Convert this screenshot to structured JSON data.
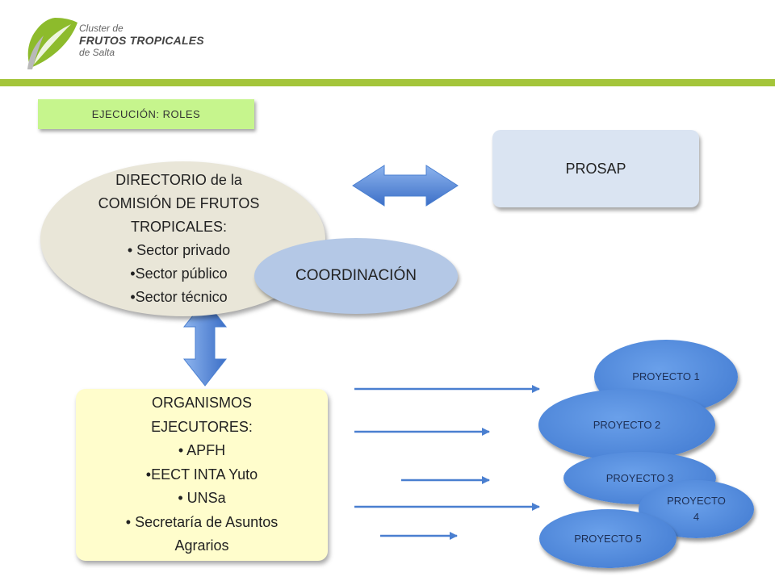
{
  "logo": {
    "line1": "Cluster de",
    "line2": "FRUTOS TROPICALES",
    "line3": "de Salta"
  },
  "tag": "EJECUCIÓN: ROLES",
  "prosap": "PROSAP",
  "directorio": {
    "title_lines": [
      "DIRECTORIO de la",
      "COMISIÓN DE FRUTOS",
      "TROPICALES:"
    ],
    "bullets": [
      "Sector privado",
      "Sector público",
      "Sector técnico"
    ]
  },
  "coordinacion": "COORDINACIÓN",
  "organismos": {
    "title_lines": [
      "ORGANISMOS",
      "EJECUTORES:"
    ],
    "bullets": [
      "APFH",
      "EECT INTA Yuto",
      "UNSa",
      "Secretaría de Asuntos"
    ],
    "continuation": "Agrarios"
  },
  "proyectos": [
    "PROYECTO 1",
    "PROYECTO 2",
    "PROYECTO 3",
    "PROYECTO",
    "4",
    "PROYECTO 5"
  ],
  "colors": {
    "accent_green": "#a4c53a",
    "tag_green": "#c6f58d",
    "arrow_blue": "#4a7fd0",
    "project_blue": "#4f86d8"
  }
}
